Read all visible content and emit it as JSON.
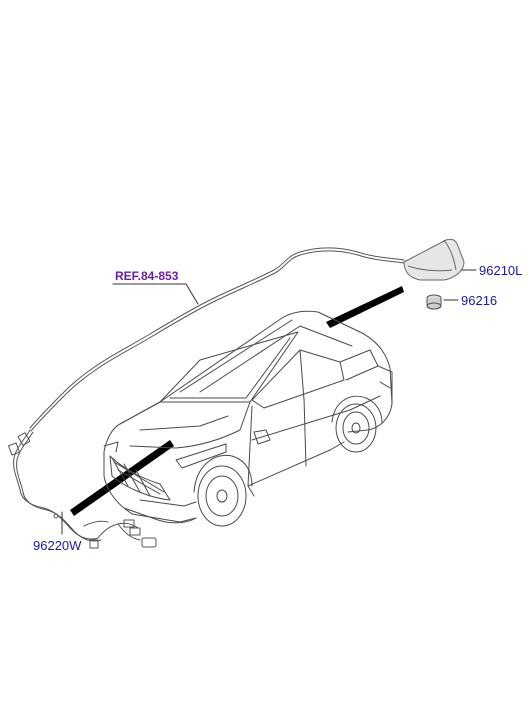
{
  "diagram": {
    "parts": {
      "reference": "REF.84-853",
      "antenna_assembly": "96210L",
      "antenna_cap": "96216",
      "antenna_cable": "96220W"
    },
    "colors": {
      "part_label": "#1a1aa6",
      "reference_label": "#6b1ea8",
      "line_art": "#4a4a4a",
      "callout_band": "#000000"
    }
  }
}
